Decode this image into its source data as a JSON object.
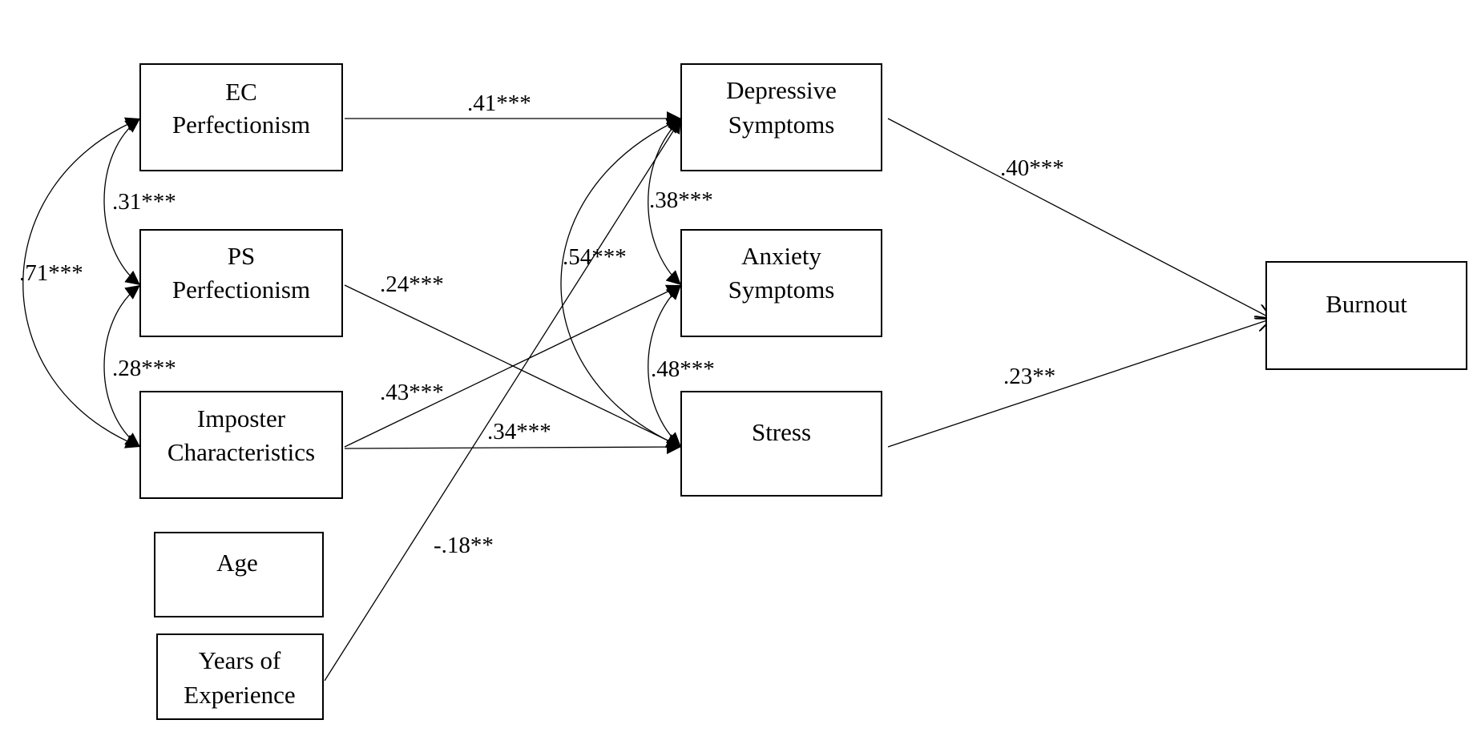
{
  "nodes": {
    "ec": {
      "lines": [
        "EC",
        "Perfectionism"
      ]
    },
    "ps": {
      "lines": [
        "PS",
        "Perfectionism"
      ]
    },
    "imp": {
      "lines": [
        "Imposter",
        "Characteristics"
      ]
    },
    "age": {
      "lines": [
        "Age"
      ]
    },
    "yoe": {
      "lines": [
        "Years of",
        "Experience"
      ]
    },
    "dep": {
      "lines": [
        "Depressive",
        "Symptoms"
      ]
    },
    "anx": {
      "lines": [
        "Anxiety",
        "Symptoms"
      ]
    },
    "str": {
      "lines": [
        "Stress"
      ]
    },
    "burn": {
      "lines": [
        "Burnout"
      ]
    }
  },
  "paths": {
    "ec_dep": ".41***",
    "ps_str": ".24***",
    "imp_anx": ".43***",
    "imp_str": ".34***",
    "yoe_dep": "-.18**",
    "dep_burn": ".40***",
    "str_burn": ".23**"
  },
  "correlations": {
    "ec_ps": ".31***",
    "ps_imp": ".28***",
    "ec_imp": ".71***",
    "dep_anx": ".38***",
    "anx_str": ".48***",
    "dep_str": ".54***"
  }
}
